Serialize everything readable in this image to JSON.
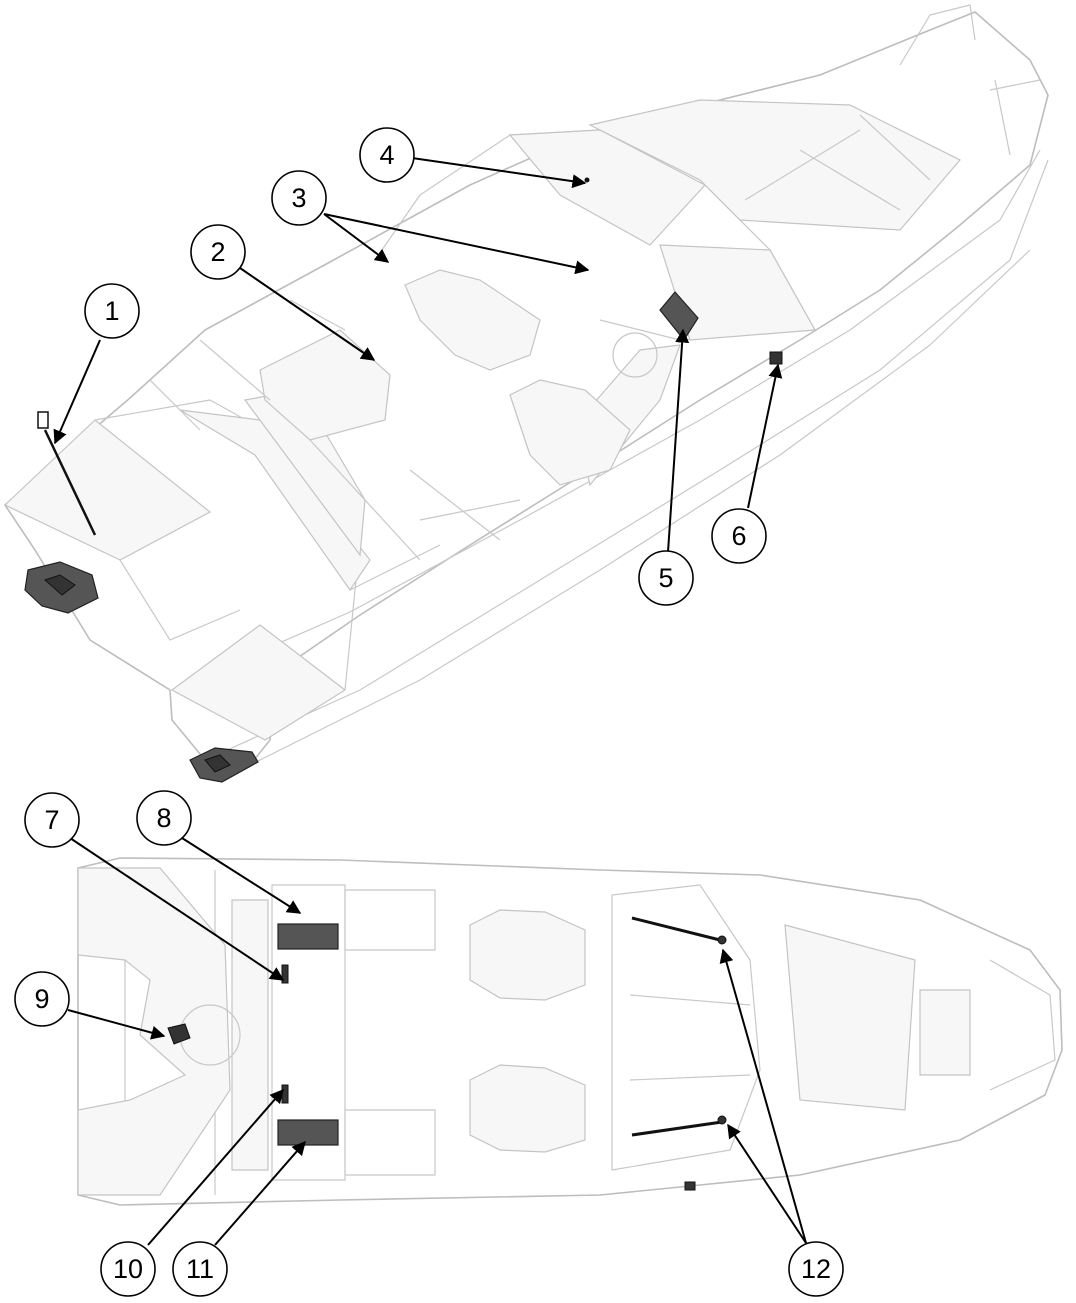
{
  "callouts": [
    {
      "id": "1",
      "label": "1"
    },
    {
      "id": "2",
      "label": "2"
    },
    {
      "id": "3",
      "label": "3"
    },
    {
      "id": "4",
      "label": "4"
    },
    {
      "id": "5",
      "label": "5"
    },
    {
      "id": "6",
      "label": "6"
    },
    {
      "id": "7",
      "label": "7"
    },
    {
      "id": "8",
      "label": "8"
    },
    {
      "id": "9",
      "label": "9"
    },
    {
      "id": "10",
      "label": "10"
    },
    {
      "id": "11",
      "label": "11"
    },
    {
      "id": "12",
      "label": "12"
    }
  ],
  "colors": {
    "hull_line": "#bdbdbd",
    "highlight_part": "#555555",
    "callout": "#000000"
  },
  "views": [
    {
      "name": "isometric-view"
    },
    {
      "name": "top-view"
    }
  ]
}
